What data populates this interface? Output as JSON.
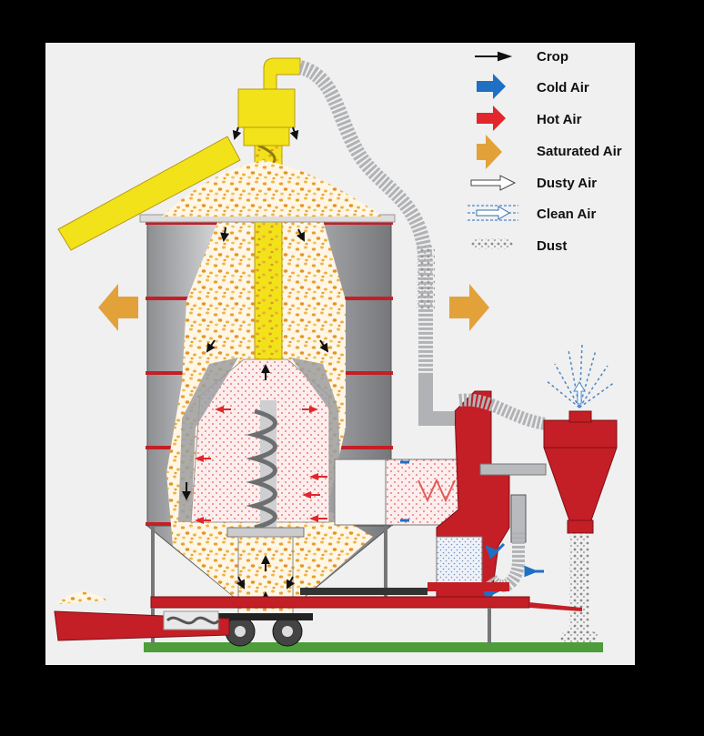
{
  "legend": {
    "items": [
      {
        "label": "Crop",
        "icon": "black-arrow-icon",
        "color": "#111111"
      },
      {
        "label": "Cold Air",
        "icon": "blue-arrow-icon",
        "color": "#1f6fc4"
      },
      {
        "label": "Hot Air",
        "icon": "red-arrow-icon",
        "color": "#e1262c"
      },
      {
        "label": "Saturated Air",
        "icon": "orange-arrow-icon",
        "color": "#e3a13a"
      },
      {
        "label": "Dusty Air",
        "icon": "outline-arrow-icon",
        "color": "#555555"
      },
      {
        "label": "Clean Air",
        "icon": "dashed-arrow-icon",
        "color": "#2b6fb5"
      },
      {
        "label": "Dust",
        "icon": "dust-icon",
        "color": "#777777"
      }
    ]
  },
  "colors": {
    "background": "#f0f0f0",
    "frame": "#000000",
    "grain_fill": "#fff6e5",
    "grain_dots": "#e8a032",
    "auger_yellow": "#f2e21a",
    "machine_red": "#c41e26",
    "ground_green": "#4d9d3a",
    "silver": "#b9babd"
  }
}
